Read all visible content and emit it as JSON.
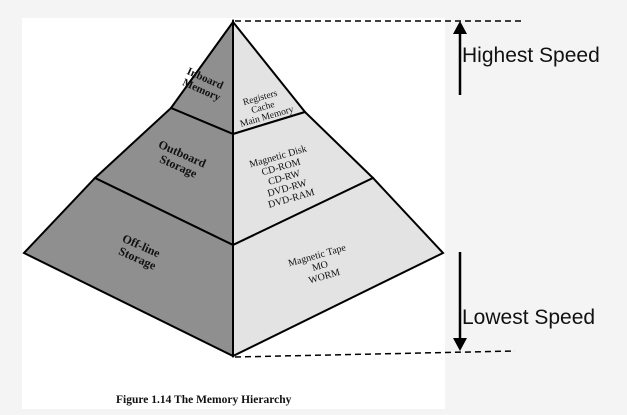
{
  "figure": {
    "caption": "Figure 1.14  The Memory Hierarchy"
  },
  "pyramid": {
    "levels": [
      {
        "name": "Inboard Memory",
        "name_lines": [
          "Inboard",
          "Memory"
        ],
        "items": [
          "Registers",
          "Cache",
          "Main Memory"
        ]
      },
      {
        "name": "Outboard Storage",
        "name_lines": [
          "Outboard",
          "Storage"
        ],
        "items": [
          "Magnetic Disk",
          "CD-ROM",
          "CD-RW",
          "DVD-RW",
          "DVD-RAM"
        ]
      },
      {
        "name": "Off-line Storage",
        "name_lines": [
          "Off-line",
          "Storage"
        ],
        "items": [
          "Magnetic Tape",
          "MO",
          "WORM"
        ]
      }
    ],
    "colors": {
      "left_face": "#8f8f8f",
      "right_face": "#e3e3e3",
      "edge": "#000000"
    }
  },
  "speed_scale": {
    "top_label": "Highest Speed",
    "bottom_label": "Lowest Speed"
  }
}
